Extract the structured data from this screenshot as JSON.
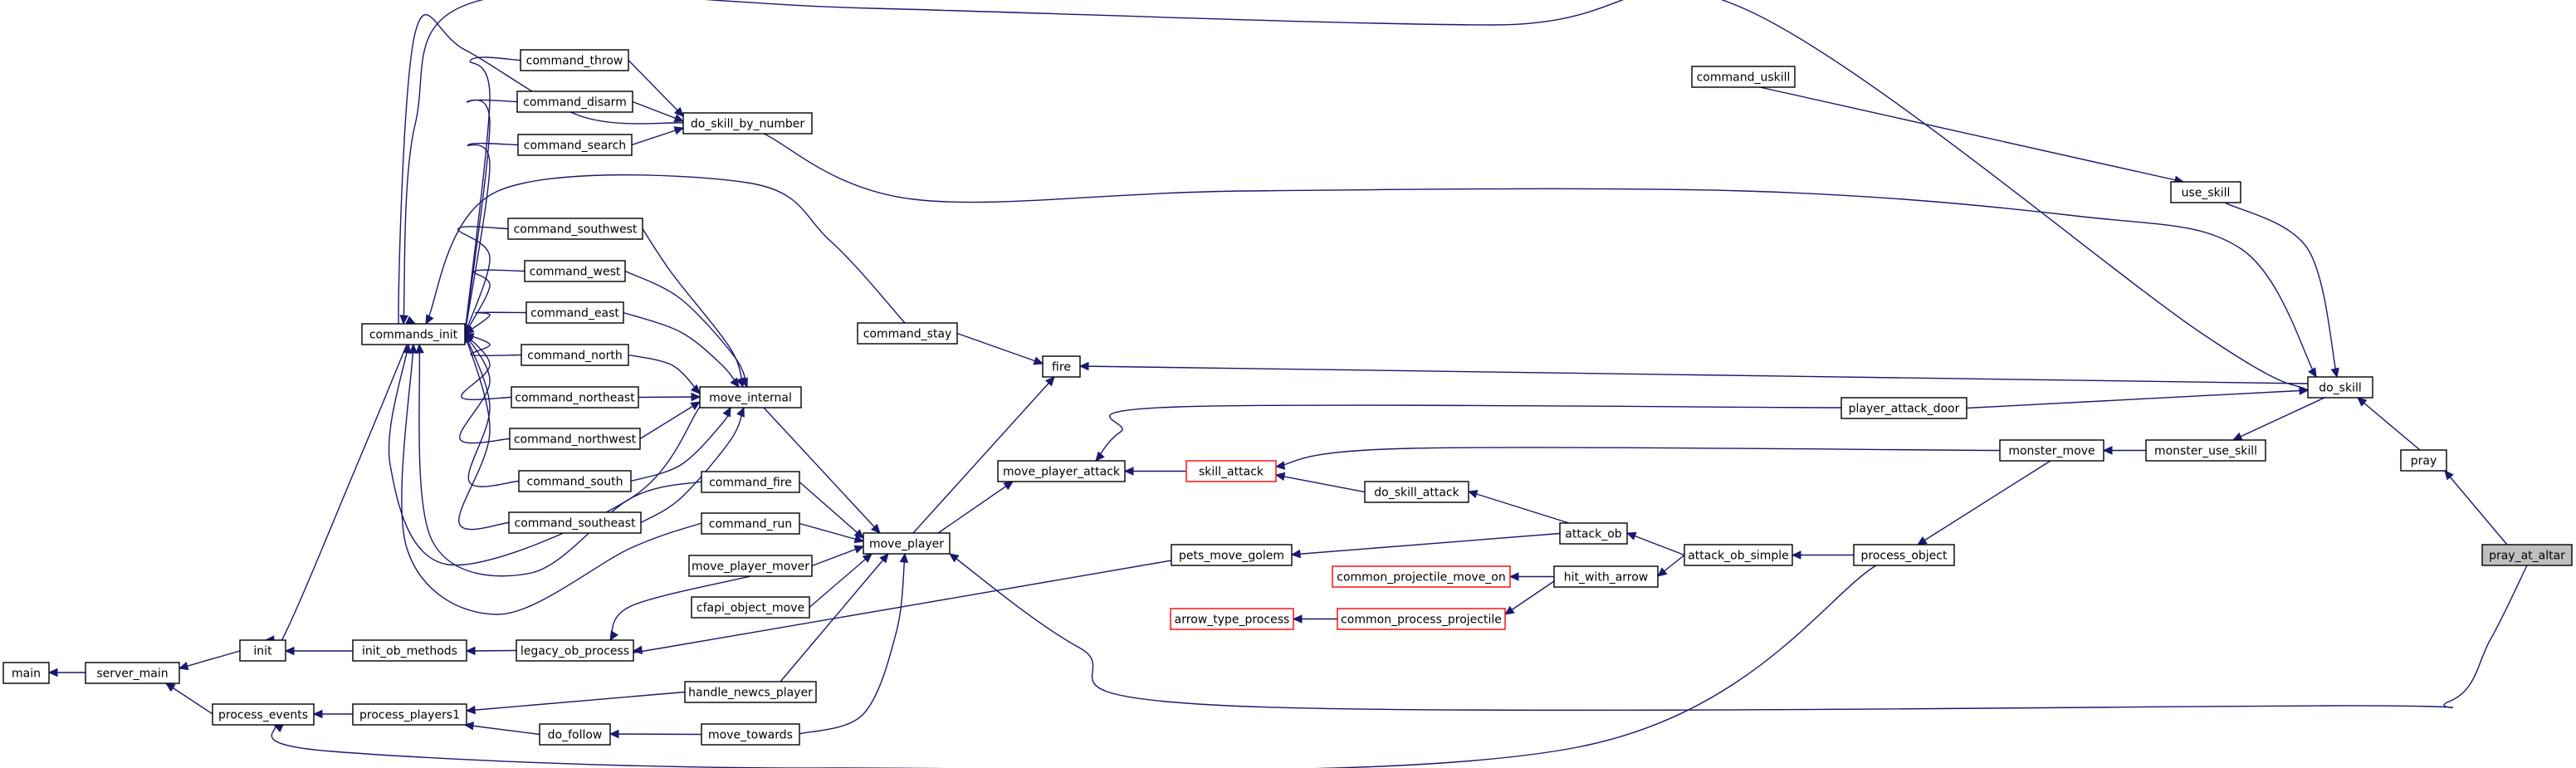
{
  "graph": {
    "nodes": {
      "main": "main",
      "server_main": "server_main",
      "init": "init",
      "process_events": "process_events",
      "commands_init": "commands_init",
      "init_ob_methods": "init_ob_methods",
      "process_players1": "process_players1",
      "command_throw": "command_throw",
      "command_disarm": "command_disarm",
      "command_search": "command_search",
      "command_southwest": "command_southwest",
      "command_west": "command_west",
      "command_east": "command_east",
      "command_north": "command_north",
      "command_northeast": "command_northeast",
      "command_northwest": "command_northwest",
      "command_south": "command_south",
      "command_southeast": "command_southeast",
      "command_fire": "command_fire",
      "command_run": "command_run",
      "move_player_mover": "move_player_mover",
      "cfapi_object_move": "cfapi_object_move",
      "legacy_ob_process": "legacy_ob_process",
      "handle_newcs_player": "handle_newcs_player",
      "do_follow": "do_follow",
      "move_towards": "move_towards",
      "do_skill_by_number": "do_skill_by_number",
      "move_internal": "move_internal",
      "command_stay": "command_stay",
      "move_player": "move_player",
      "fire": "fire",
      "move_player_attack": "move_player_attack",
      "pets_move_golem": "pets_move_golem",
      "skill_attack": "skill_attack",
      "arrow_type_process": "arrow_type_process",
      "do_skill_attack": "do_skill_attack",
      "common_projectile_move_on": "common_projectile_move_on",
      "common_process_projectile": "common_process_projectile",
      "attack_ob": "attack_ob",
      "hit_with_arrow": "hit_with_arrow",
      "attack_ob_simple": "attack_ob_simple",
      "command_uskill": "command_uskill",
      "player_attack_door": "player_attack_door",
      "process_object": "process_object",
      "monster_move": "monster_move",
      "use_skill": "use_skill",
      "monster_use_skill": "monster_use_skill",
      "do_skill": "do_skill",
      "pray": "pray",
      "pray_at_altar": "pray_at_altar"
    }
  }
}
